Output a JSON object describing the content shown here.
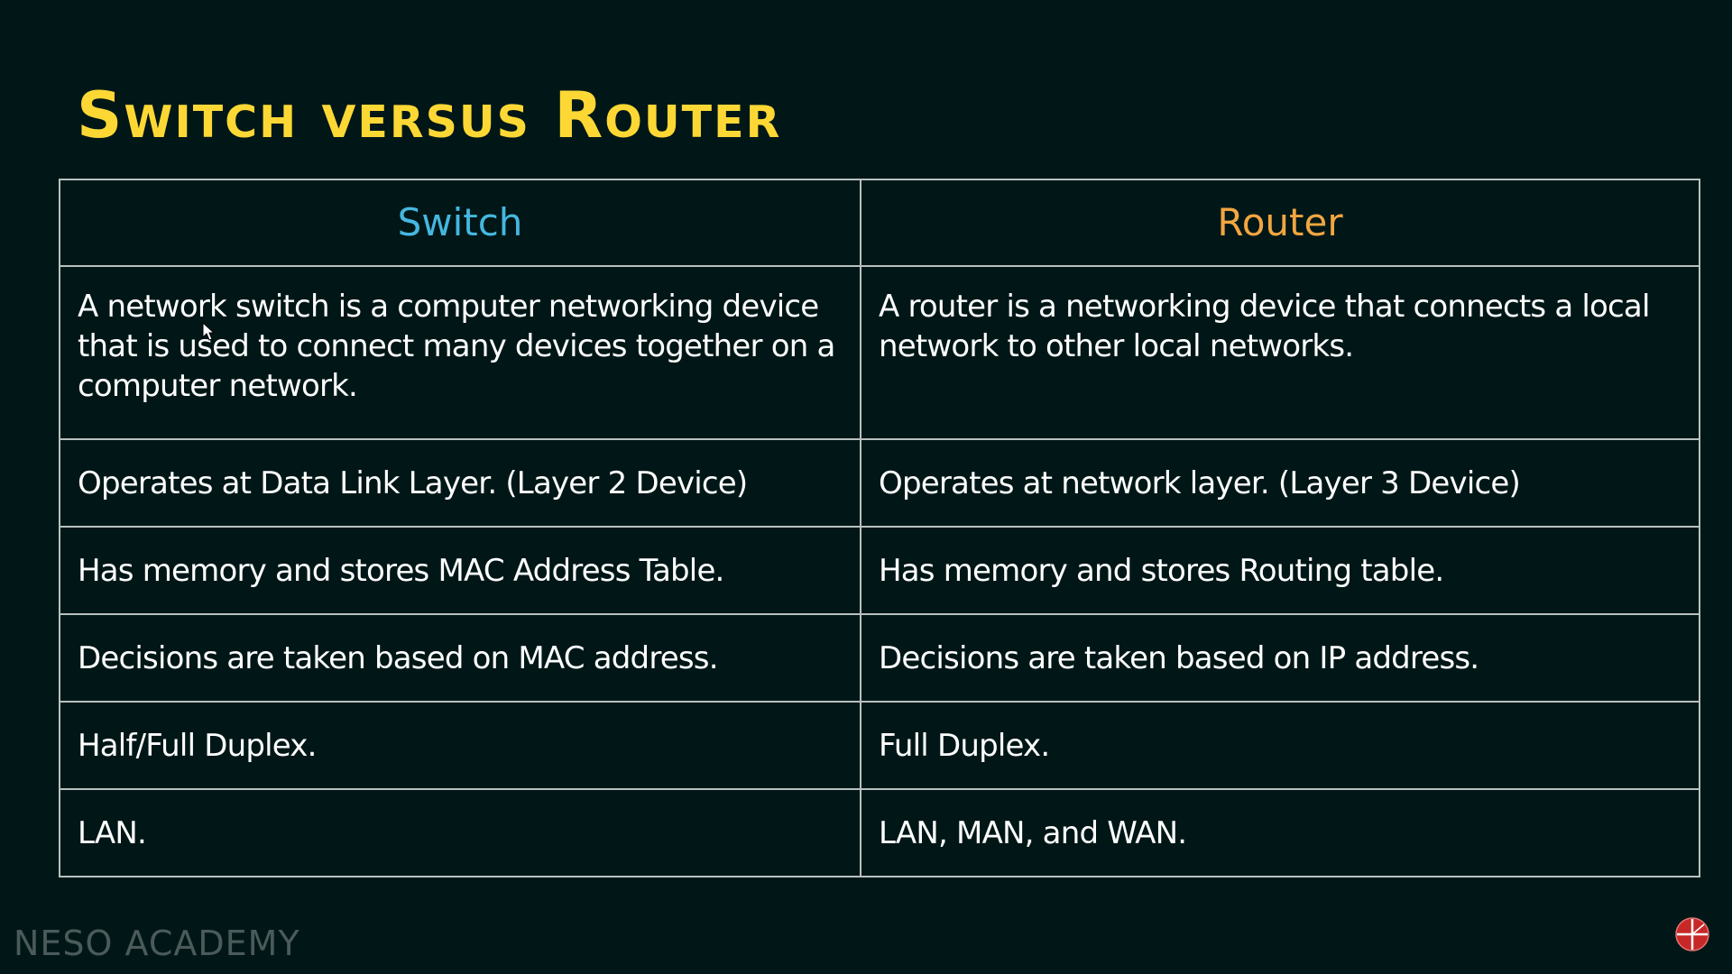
{
  "slide": {
    "title": "Switch versus Router"
  },
  "table": {
    "headers": [
      "Switch",
      "Router"
    ],
    "rows": [
      [
        "A network switch is a computer networking device that is used to connect many devices together on a computer network.",
        "A router is a networking device that connects a local network to other local networks."
      ],
      [
        "Operates at Data Link Layer. (Layer 2 Device)",
        "Operates at network layer. (Layer 3 Device)"
      ],
      [
        "Has memory and stores MAC Address Table.",
        "Has memory and stores Routing table."
      ],
      [
        "Decisions are taken based on MAC address.",
        "Decisions are taken based on IP address."
      ],
      [
        "Half/Full Duplex.",
        "Full Duplex."
      ],
      [
        "LAN.",
        "LAN, MAN, and WAN."
      ]
    ]
  },
  "footer": {
    "watermark": "NESO ACADEMY",
    "logo_icon": "neso-academy-logo-icon"
  },
  "colors": {
    "background": "#011717",
    "title": "#fdd835",
    "switch_header": "#45b7e0",
    "router_header": "#f2a641",
    "text": "#ffffff",
    "border": "#b9c0c0",
    "watermark": "#4b5a5a",
    "logo": "#c62828"
  }
}
